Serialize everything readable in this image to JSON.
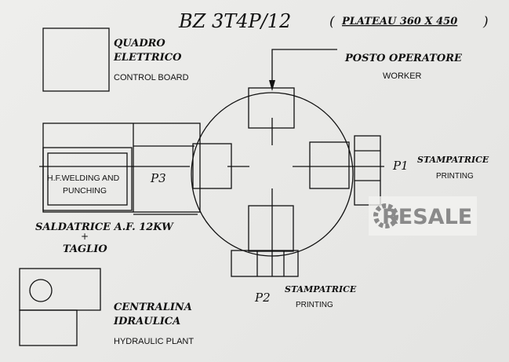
{
  "title": {
    "model": "BZ 3T4P/12",
    "plateau": "PLATEAU 360 X 450",
    "open_paren": "(",
    "close_paren": ")"
  },
  "control_board": {
    "it_line1": "QUADRO",
    "it_line2": "ELETTRICO",
    "en": "CONTROL BOARD"
  },
  "operator": {
    "it": "POSTO OPERATORE",
    "en": "WORKER"
  },
  "welding": {
    "en_line1": "H.F.WELDING AND",
    "en_line2": "PUNCHING",
    "station": "P3",
    "it_line1": "SALDATRICE A.F. 12KW",
    "plus": "+",
    "it_line2": "TAGLIO"
  },
  "printer_p1": {
    "station": "P1",
    "it": "STAMPATRICE",
    "en": "PRINTING"
  },
  "printer_p2": {
    "station": "P2",
    "it": "STAMPATRICE",
    "en": "PRINTING"
  },
  "hydraulic": {
    "it_line1": "CENTRALINA",
    "it_line2": "IDRAULICA",
    "en": "HYDRAULIC PLANT"
  },
  "watermark": {
    "text": "RESALE",
    "color": "#8a8a8a"
  }
}
